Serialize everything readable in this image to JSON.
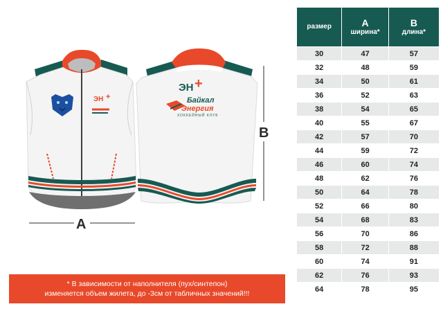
{
  "illustration": {
    "dimension_a": "A",
    "dimension_b": "B",
    "logo_en": "ЭН",
    "brand_line1": "Байкал",
    "brand_line2": "Энергия",
    "brand_sub": "ХОККЕЙНЫЙ КЛУБ"
  },
  "table": {
    "headers": [
      {
        "main": "",
        "sub": "размер"
      },
      {
        "main": "A",
        "sub": "ширина*"
      },
      {
        "main": "B",
        "sub": "длина*"
      }
    ],
    "rows": [
      [
        "30",
        "47",
        "57"
      ],
      [
        "32",
        "48",
        "59"
      ],
      [
        "34",
        "50",
        "61"
      ],
      [
        "36",
        "52",
        "63"
      ],
      [
        "38",
        "54",
        "65"
      ],
      [
        "40",
        "55",
        "67"
      ],
      [
        "42",
        "57",
        "70"
      ],
      [
        "44",
        "59",
        "72"
      ],
      [
        "46",
        "60",
        "74"
      ],
      [
        "48",
        "62",
        "76"
      ],
      [
        "50",
        "64",
        "78"
      ],
      [
        "52",
        "66",
        "80"
      ],
      [
        "54",
        "68",
        "83"
      ],
      [
        "56",
        "70",
        "86"
      ],
      [
        "58",
        "72",
        "88"
      ],
      [
        "60",
        "74",
        "91"
      ],
      [
        "62",
        "76",
        "93"
      ],
      [
        "64",
        "78",
        "95"
      ]
    ]
  },
  "note": {
    "line1": "* В зависимости от наполнителя (пух/синтепон)",
    "line2": "изменяется объем жилета, до -3см от табличных значений!!!"
  },
  "colors": {
    "green": "#175a52",
    "orange": "#e8492a",
    "grey": "#6f6f6f"
  }
}
